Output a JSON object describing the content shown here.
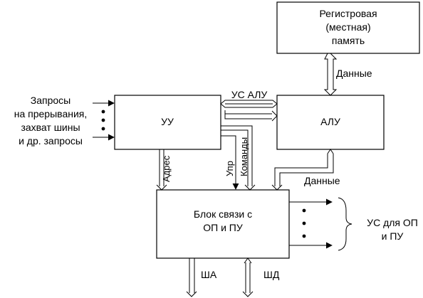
{
  "blocks": {
    "registers": {
      "lines": [
        "Регистровая",
        "(местная)",
        "память"
      ]
    },
    "control_unit": {
      "label": "УУ"
    },
    "alu": {
      "label": "АЛУ"
    },
    "link_block": {
      "lines": [
        "Блок связи с",
        "ОП и ПУ"
      ]
    }
  },
  "inputs": {
    "lines": [
      "Запросы",
      "на прерывания,",
      "захват шины",
      "и др. запросы"
    ]
  },
  "outputs": {
    "lines": [
      "УС для ОП",
      "и ПУ"
    ]
  },
  "buses": {
    "data_top": "Данные",
    "us_alu": "УС АЛУ",
    "address": "Адрес",
    "upr": "Упр",
    "commands": "Команды",
    "data_bottom": "Данные",
    "sha": "ША",
    "shd": "ШД"
  }
}
